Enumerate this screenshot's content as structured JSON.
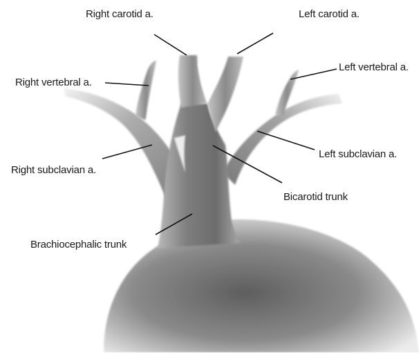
{
  "labels": {
    "right_carotid": "Right carotid a.",
    "left_carotid": "Left carotid a.",
    "right_vertebral": "Right vertebral a.",
    "left_vertebral": "Left vertebral a.",
    "right_subclavian": "Right subclavian a.",
    "left_subclavian": "Left subclavian a.",
    "bicarotid_trunk": "Bicarotid trunk",
    "brachiocephalic_trunk": "Brachiocephalic trunk"
  },
  "colors": {
    "vessel_dark": "#6f6f6f",
    "vessel_mid": "#9a9a9a",
    "vessel_light": "#d6d6d6",
    "background": "#ffffff"
  }
}
